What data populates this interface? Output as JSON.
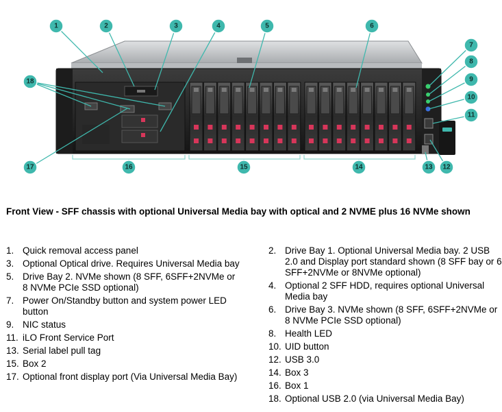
{
  "caption": "Front View - SFF chassis with optional Universal Media bay with optical and 2 NVME plus 16 NVMe shown",
  "callouts": [
    "1",
    "2",
    "3",
    "4",
    "5",
    "6",
    "7",
    "8",
    "9",
    "10",
    "11",
    "12",
    "13",
    "14",
    "15",
    "16",
    "17",
    "18"
  ],
  "legend_left": [
    {
      "num": "1.",
      "text": "Quick removal access panel"
    },
    {
      "num": "3.",
      "text": "Optional Optical drive. Requires Universal Media bay"
    },
    {
      "num": "5.",
      "text": "Drive Bay 2. NVMe shown (8 SFF, 6SFF+2NVMe or 8 NVMe PCIe SSD optional)"
    },
    {
      "num": "7.",
      "text": "Power On/Standby button and system power LED button"
    },
    {
      "num": "9.",
      "text": "NIC status"
    },
    {
      "num": "11.",
      "text": "iLO Front Service Port"
    },
    {
      "num": "13.",
      "text": "Serial label pull tag"
    },
    {
      "num": "15.",
      "text": "Box 2"
    },
    {
      "num": "17.",
      "text": "Optional front display port (Via Universal Media Bay)"
    }
  ],
  "legend_right": [
    {
      "num": "2.",
      "text": "Drive Bay 1. Optional Universal Media bay. 2 USB 2.0 and Display port standard shown (8 SFF bay or 6 SFF+2NVMe or 8NVMe optional)"
    },
    {
      "num": "4.",
      "text": "Optional 2 SFF HDD, requires optional Universal Media bay"
    },
    {
      "num": "6.",
      "text": "Drive Bay 3. NVMe shown (8 SFF, 6SFF+2NVMe or 8 NVMe PCIe SSD optional)"
    },
    {
      "num": "8.",
      "text": "Health LED"
    },
    {
      "num": "10.",
      "text": "UID button"
    },
    {
      "num": "12.",
      "text": "USB 3.0"
    },
    {
      "num": "14.",
      "text": "Box 3"
    },
    {
      "num": "16.",
      "text": "Box 1"
    },
    {
      "num": "18.",
      "text": "Optional USB 2.0 (via Universal Media Bay)"
    }
  ],
  "colors": {
    "callout": "#3fb8ad",
    "bezel": "#2a2a2a",
    "chassis_top": "#c9cbcd",
    "drive_led": "#d7365a"
  }
}
